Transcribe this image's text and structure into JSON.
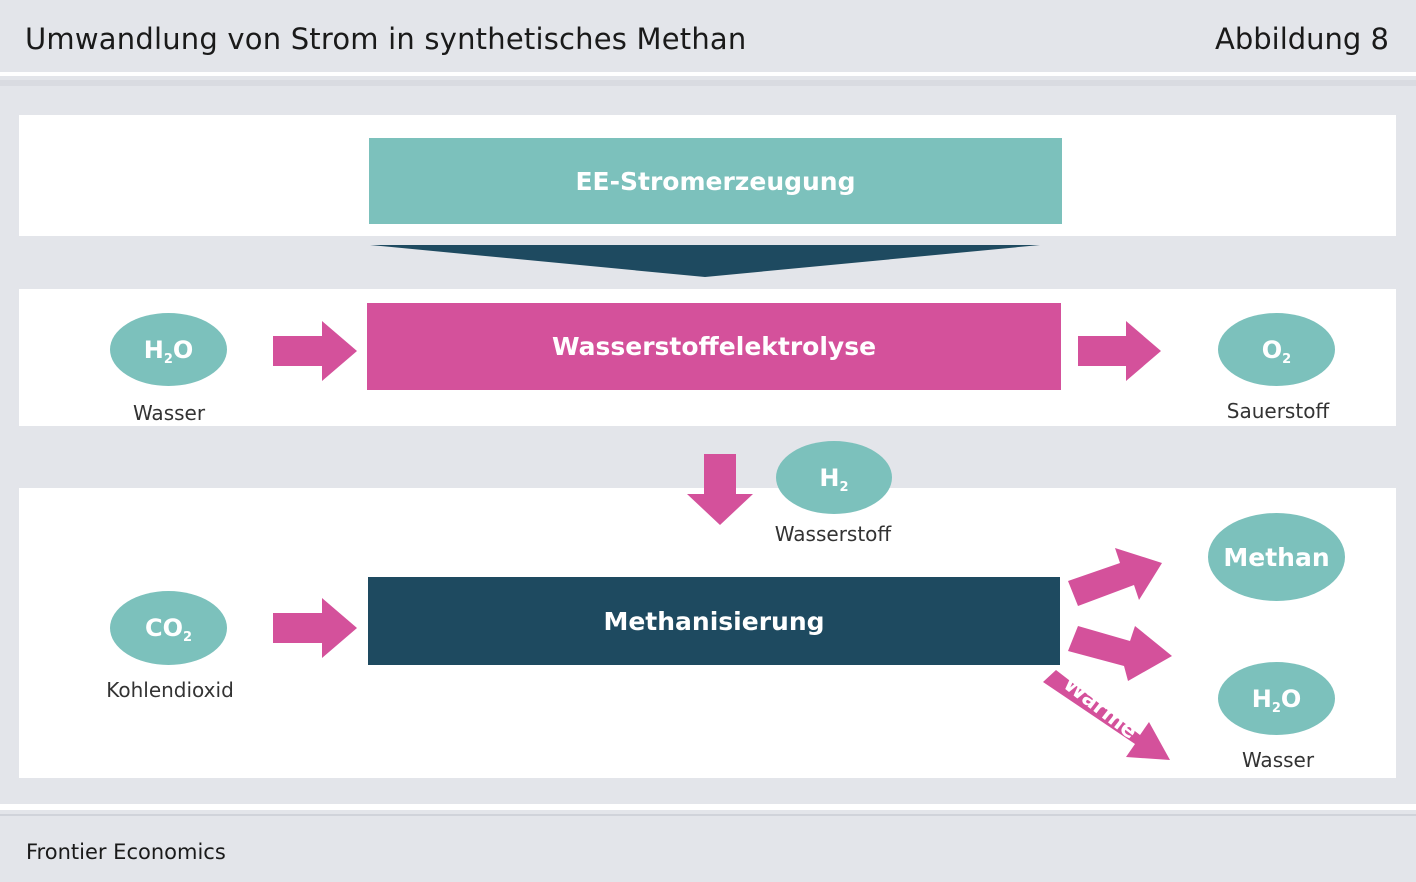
{
  "header": {
    "title": "Umwandlung von Strom in synthetisches Methan",
    "figure_label": "Abbildung 8"
  },
  "footer": {
    "source": "Frontier Economics"
  },
  "colors": {
    "teal": "#7cc1bc",
    "magenta": "#d4519b",
    "navy": "#1e4a60",
    "background": "#e3e5ea"
  },
  "boxes": {
    "generation": "EE-Stromerzeugung",
    "electrolysis": "Wasserstoffelektrolyse",
    "methanation": "Methanisierung"
  },
  "inputs": {
    "water": {
      "formula_main": "H",
      "formula_sub": "2",
      "formula_tail": "O",
      "caption": "Wasser"
    },
    "co2": {
      "formula_main": "CO",
      "formula_sub": "2",
      "formula_tail": "",
      "caption": "Kohlendioxid"
    }
  },
  "intermediates": {
    "hydrogen": {
      "formula_main": "H",
      "formula_sub": "2",
      "formula_tail": "",
      "caption": "Wasserstoff"
    }
  },
  "outputs": {
    "oxygen": {
      "formula_main": "O",
      "formula_sub": "2",
      "formula_tail": "",
      "caption": "Sauerstoff"
    },
    "methane": {
      "label": "Methan"
    },
    "water": {
      "formula_main": "H",
      "formula_sub": "2",
      "formula_tail": "O",
      "caption": "Wasser"
    },
    "heat": {
      "label": "Wärme"
    }
  }
}
